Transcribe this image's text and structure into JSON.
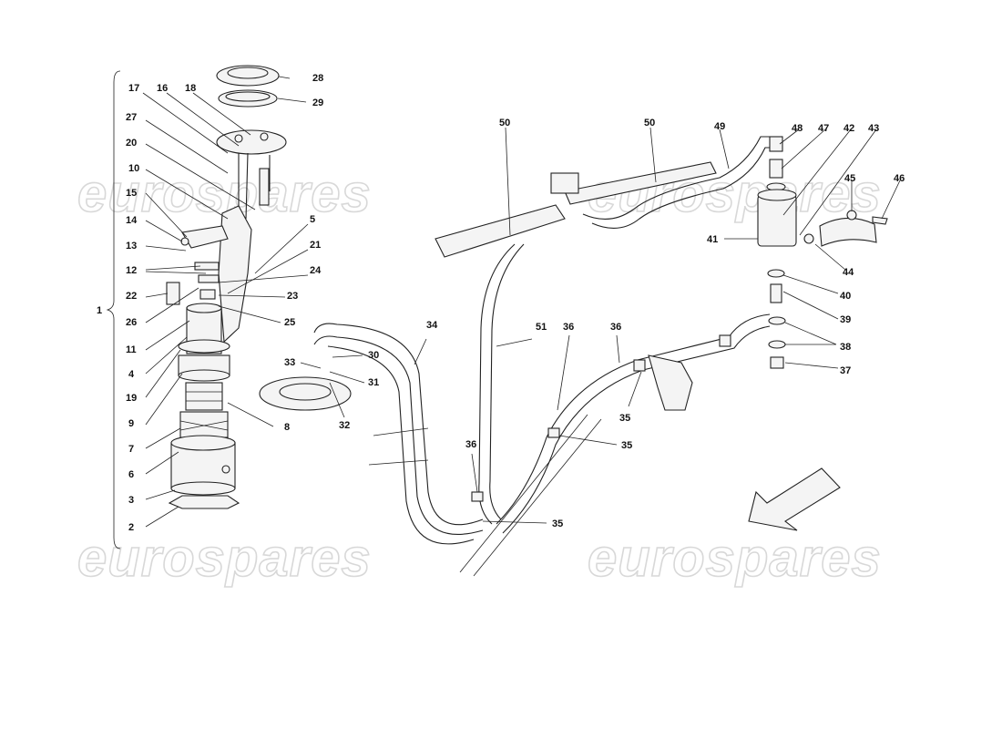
{
  "watermark": {
    "text": "eurospares"
  },
  "labels": [
    {
      "id": "1",
      "text": "1"
    },
    {
      "id": "2",
      "text": "2"
    },
    {
      "id": "3",
      "text": "3"
    },
    {
      "id": "4",
      "text": "4"
    },
    {
      "id": "5",
      "text": "5"
    },
    {
      "id": "6",
      "text": "6"
    },
    {
      "id": "7",
      "text": "7"
    },
    {
      "id": "8",
      "text": "8"
    },
    {
      "id": "9",
      "text": "9"
    },
    {
      "id": "10",
      "text": "10"
    },
    {
      "id": "11",
      "text": "11"
    },
    {
      "id": "12a",
      "text": "12"
    },
    {
      "id": "13",
      "text": "13"
    },
    {
      "id": "14",
      "text": "14"
    },
    {
      "id": "15",
      "text": "15"
    },
    {
      "id": "16",
      "text": "16"
    },
    {
      "id": "17",
      "text": "17"
    },
    {
      "id": "18",
      "text": "18"
    },
    {
      "id": "19",
      "text": "19"
    },
    {
      "id": "20",
      "text": "20"
    },
    {
      "id": "21",
      "text": "21"
    },
    {
      "id": "22",
      "text": "22"
    },
    {
      "id": "23",
      "text": "23"
    },
    {
      "id": "24",
      "text": "24"
    },
    {
      "id": "25",
      "text": "25"
    },
    {
      "id": "26",
      "text": "26"
    },
    {
      "id": "27",
      "text": "27"
    },
    {
      "id": "28",
      "text": "28"
    },
    {
      "id": "29",
      "text": "29"
    },
    {
      "id": "30",
      "text": "30"
    },
    {
      "id": "31",
      "text": "31"
    },
    {
      "id": "32",
      "text": "32"
    },
    {
      "id": "33",
      "text": "33"
    },
    {
      "id": "34",
      "text": "34"
    },
    {
      "id": "35a",
      "text": "35"
    },
    {
      "id": "35b",
      "text": "35"
    },
    {
      "id": "35c",
      "text": "35"
    },
    {
      "id": "36a",
      "text": "36"
    },
    {
      "id": "36b",
      "text": "36"
    },
    {
      "id": "36c",
      "text": "36"
    },
    {
      "id": "37",
      "text": "37"
    },
    {
      "id": "38",
      "text": "38"
    },
    {
      "id": "39",
      "text": "39"
    },
    {
      "id": "40",
      "text": "40"
    },
    {
      "id": "41",
      "text": "41"
    },
    {
      "id": "42",
      "text": "42"
    },
    {
      "id": "43",
      "text": "43"
    },
    {
      "id": "44",
      "text": "44"
    },
    {
      "id": "45",
      "text": "45"
    },
    {
      "id": "46",
      "text": "46"
    },
    {
      "id": "47",
      "text": "47"
    },
    {
      "id": "48",
      "text": "48"
    },
    {
      "id": "49",
      "text": "49"
    },
    {
      "id": "50a",
      "text": "50"
    },
    {
      "id": "50b",
      "text": "50"
    },
    {
      "id": "51",
      "text": "51"
    }
  ]
}
